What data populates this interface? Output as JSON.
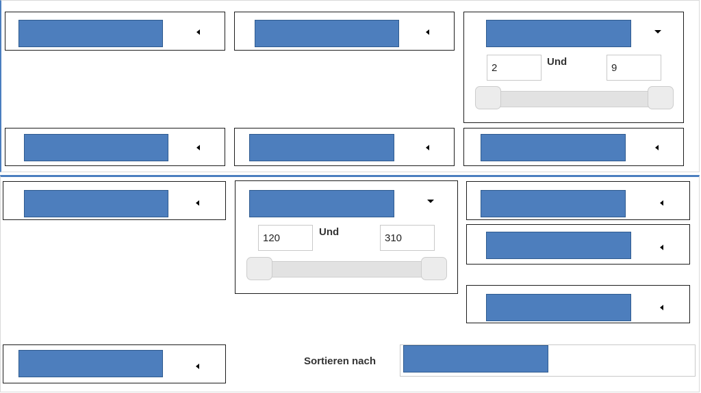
{
  "filters_top": {
    "range_filter": {
      "min_value": "2",
      "and_label": "Und",
      "max_value": "9"
    }
  },
  "filters_bottom": {
    "range_filter": {
      "min_value": "120",
      "and_label": "Und",
      "max_value": "310"
    }
  },
  "sort": {
    "label": "Sortieren nach"
  },
  "icons": {
    "collapsed": "caret-left-icon",
    "expanded": "caret-down-icon"
  },
  "colors": {
    "accent": "#4d7ebd",
    "divider": "#4a7ebf"
  }
}
